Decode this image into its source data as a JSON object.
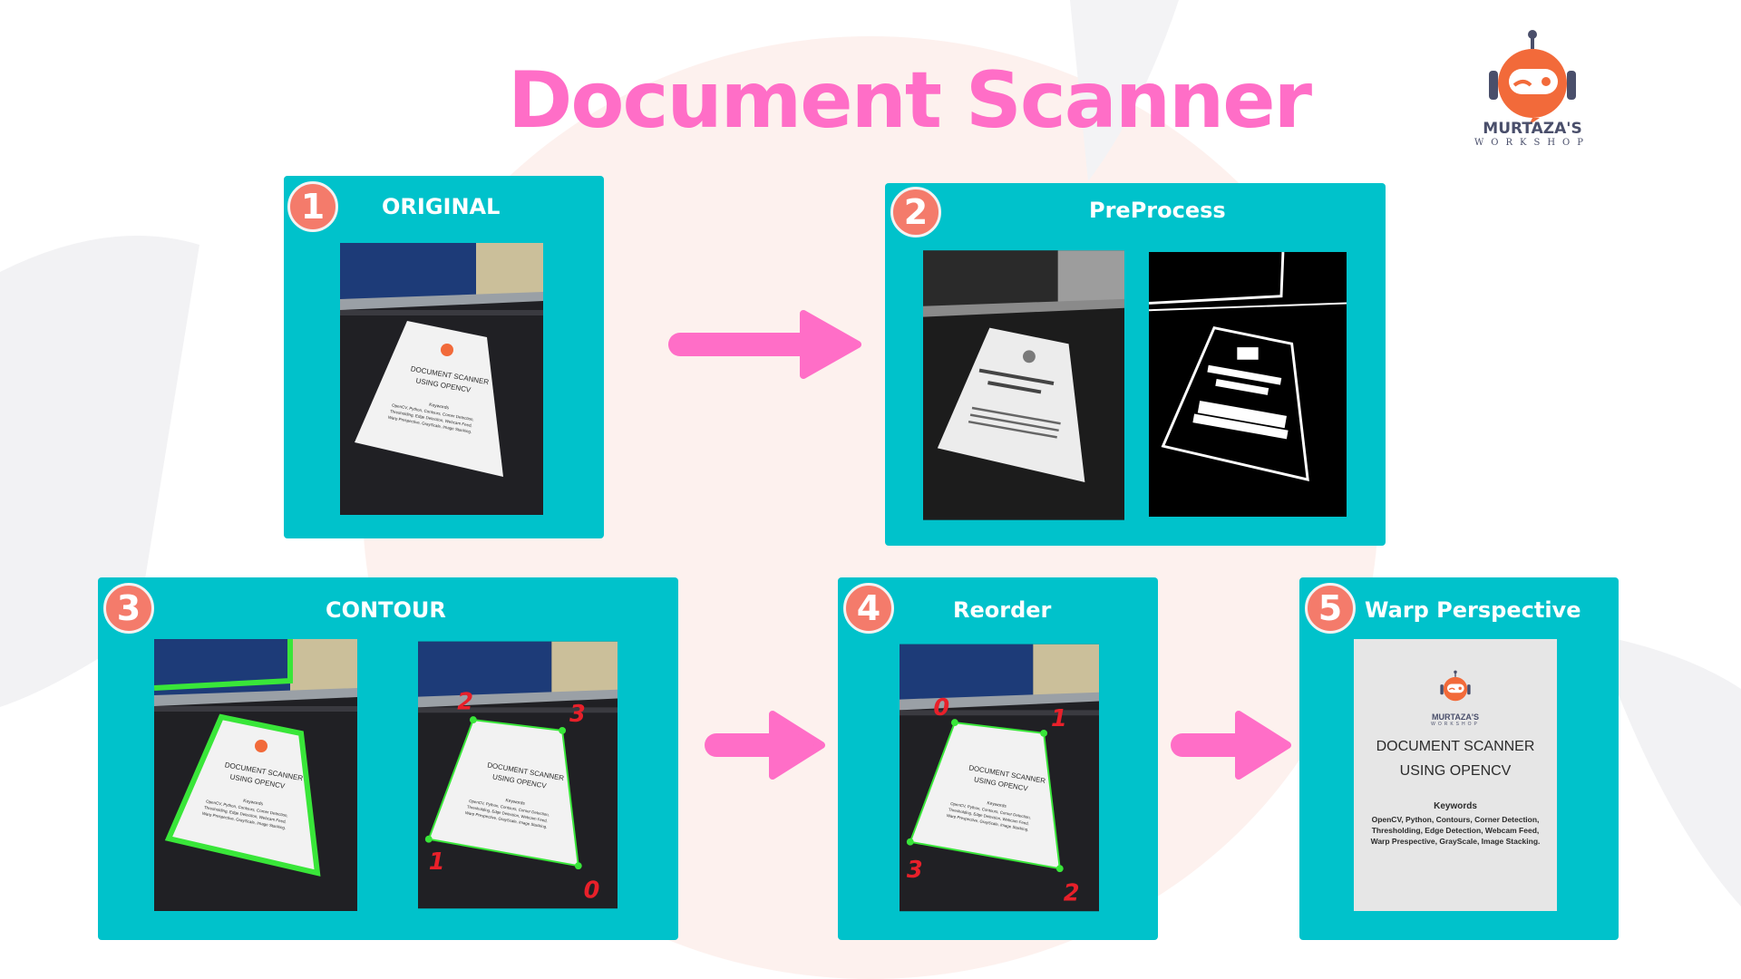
{
  "title": "Document Scanner",
  "brand": {
    "name": "MURTAZA'S",
    "sub": "WORKSHOP"
  },
  "colors": {
    "panel": "#00c2cb",
    "title": "#ff6ec7",
    "arrow": "#ff6ec7",
    "badge": "#f47b6b",
    "contour": "#39e639",
    "corner_number": "#e8202a"
  },
  "document": {
    "brand_name": "MURTAZA'S",
    "brand_sub": "WORKSHOP",
    "title_line1": "DOCUMENT SCANNER",
    "title_line2": "USING OPENCV",
    "keywords_heading": "Keywords",
    "keywords_line1": "OpenCV, Python, Contours, Corner Detection,",
    "keywords_line2": "Thresholding, Edge Detection, Webcam Feed,",
    "keywords_line3": "Warp Prespective, GrayScale, Image Stacking."
  },
  "steps": [
    {
      "number": "1",
      "label": "ORIGINAL"
    },
    {
      "number": "2",
      "label": "PreProcess"
    },
    {
      "number": "3",
      "label": "CONTOUR"
    },
    {
      "number": "4",
      "label": "Reorder"
    },
    {
      "number": "5",
      "label": "Warp Perspective"
    }
  ],
  "contour_corner_labels": [
    "2",
    "3",
    "1",
    "0"
  ],
  "reorder_corner_labels": [
    "0",
    "1",
    "3",
    "2"
  ]
}
